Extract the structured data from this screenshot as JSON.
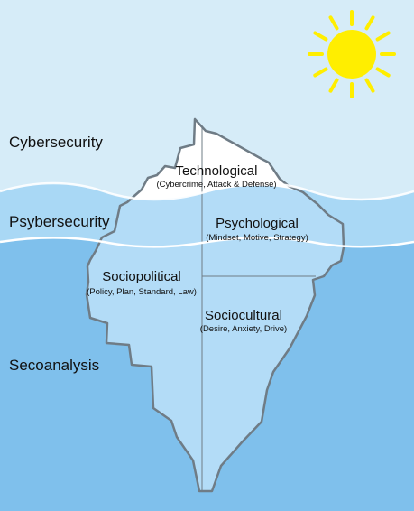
{
  "colors": {
    "sky": "#d6ecf8",
    "water_top": "#a9d8f5",
    "water_deep": "#7fc0ec",
    "ice_above": "#ffffff",
    "ice_below": "#b3dcf7",
    "ice_outline": "#6f7c86",
    "sun": "#ffee00",
    "wave": "#ffffff"
  },
  "layers": {
    "top": "Cybersecurity",
    "middle": "Psybersecurity",
    "bottom": "Secoanalysis"
  },
  "regions": {
    "technological": {
      "title": "Technological",
      "subtitle": "(Cybercrime, Attack & Defense)"
    },
    "psychological": {
      "title": "Psychological",
      "subtitle": "(Mindset, Motive, Strategy)"
    },
    "sociopolitical": {
      "title": "Sociopolitical",
      "subtitle": "(Policy, Plan, Standard, Law)"
    },
    "sociocultural": {
      "title": "Sociocultural",
      "subtitle": "(Desire, Anxiety, Drive)"
    }
  },
  "icons": {
    "sun": "sun-icon"
  }
}
